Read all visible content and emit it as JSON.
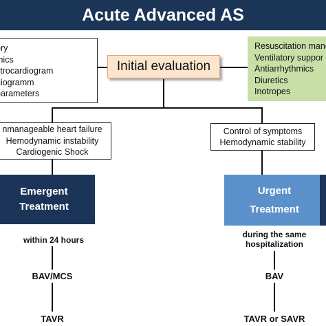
{
  "title": "Acute Advanced AS",
  "initial_evaluation": "Initial evaluation",
  "left_list": [
    "ory",
    "mics",
    "ctrocardiogram",
    "diogramm",
    "parameters"
  ],
  "right_list": [
    "Resuscitation mane",
    "Ventilatory suppor",
    "Antiarrhythmics",
    "Diuretics",
    "Inotropes"
  ],
  "left_branch": {
    "conditions": [
      "nmanageable heart failure",
      "Hemodynamic instability",
      "Cardiogenic Shock"
    ],
    "treatment": [
      "Emergent",
      "Treatment"
    ],
    "timing": "within 24 hours",
    "step1": "BAV/MCS",
    "step2": "TAVR"
  },
  "right_branch": {
    "conditions": [
      "Control of symptoms",
      "Hemodynamic stability"
    ],
    "treatment": [
      "Urgent",
      "Treatment"
    ],
    "timing": [
      "during the same",
      "hospitalization"
    ],
    "step1": "BAV",
    "step2": "TAVR or SAVR"
  },
  "colors": {
    "title_bg": "#1b3557",
    "initial_bg": "#fbe5cf",
    "green_box": "#c8dfa8",
    "emergent_bg": "#1c3458",
    "urgent_bg": "#5b90cb"
  }
}
